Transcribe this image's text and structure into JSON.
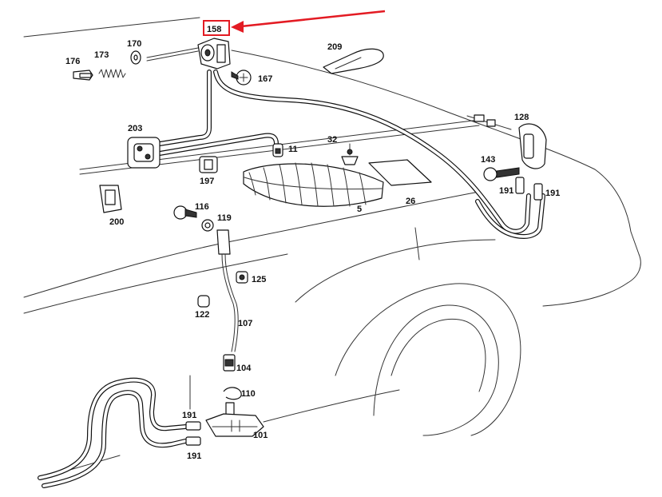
{
  "diagram": {
    "highlight_color": "#e31b23",
    "highlighted_part": "158",
    "callouts": {
      "p158": "158",
      "p176": "176",
      "p173": "173",
      "p170": "170",
      "p209": "209",
      "p167": "167",
      "p203": "203",
      "p11": "11",
      "p32": "32",
      "p128": "128",
      "p143": "143",
      "p191a": "191",
      "p191b": "191",
      "p197": "197",
      "p5": "5",
      "p26": "26",
      "p200": "200",
      "p116": "116",
      "p119": "119",
      "p125": "125",
      "p122": "122",
      "p107": "107",
      "p104": "104",
      "p110": "110",
      "p191c": "191",
      "p101": "101",
      "p191d": "191"
    }
  }
}
